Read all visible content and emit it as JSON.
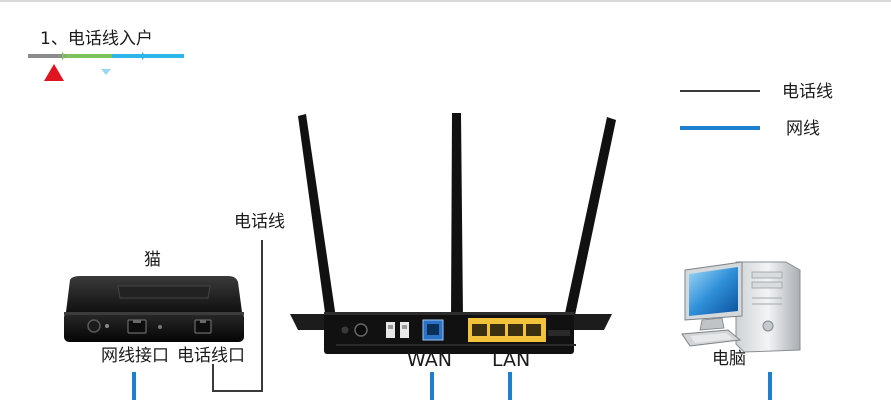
{
  "step": {
    "title": "1、电话线入户"
  },
  "legend": {
    "items": [
      {
        "label": "电话线",
        "color": "#3a3a3a"
      },
      {
        "label": "网线",
        "color": "#1e7fd0"
      }
    ]
  },
  "labels": {
    "phone_cable": "电话线",
    "modem": "猫",
    "modem_lan_port": "网线接口",
    "modem_phone_port": "电话线口",
    "router_wan": "WAN",
    "router_lan": "LAN",
    "computer": "电脑"
  },
  "colors": {
    "phone_line": "#3a3a3a",
    "network_line": "#1e7fd0",
    "progress_gray": "#8c8c8c",
    "progress_green": "#7cc35a",
    "progress_cyan": "#2bb5e8",
    "marker_red": "#e0141e",
    "lan_port_yellow": "#f2c23a",
    "wan_port_blue": "#2a73c9"
  }
}
